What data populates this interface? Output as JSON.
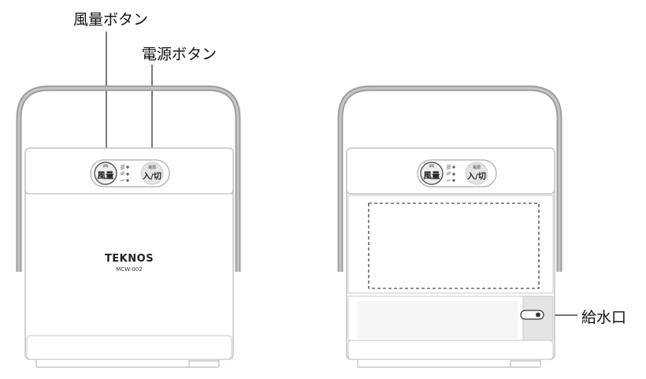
{
  "labels": {
    "fan_speed_button": "風量ボタン",
    "power_button": "電源ボタン",
    "water_inlet": "給水口"
  },
  "control_panel": {
    "fan_button_text": "風量",
    "power_button_top": "電源",
    "power_button_text": "入/切"
  },
  "product": {
    "brand": "TEKNOS",
    "model": "MCW-002"
  },
  "colors": {
    "handle": "#9c9c9c",
    "body_fill": "#ffffff",
    "outline": "#b9b9b9",
    "button_fill": "#eeeeee",
    "inlet_shade": "#e4e4e4"
  },
  "icons": [
    "fan-icon",
    "fan-level-indicator-icon",
    "water-inlet-cap-icon"
  ]
}
